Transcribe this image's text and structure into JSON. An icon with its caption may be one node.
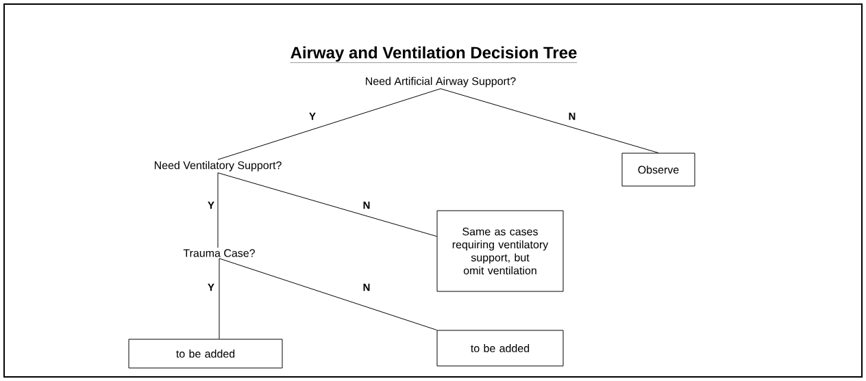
{
  "diagram": {
    "title": "Airway and Ventilation Decision Tree",
    "nodes": [
      {
        "text": [
          "Need Artificial Airway Support?"
        ]
      },
      {
        "text": [
          "Need Ventilatory Support?"
        ]
      },
      {
        "text": [
          "Observe"
        ]
      },
      {
        "text": [
          "Trauma Case?"
        ]
      },
      {
        "text": [
          "Same as cases requiring ventilatory support, but omit ventilation"
        ]
      },
      {
        "text": [
          "to be added"
        ]
      },
      {
        "text": [
          "to be added"
        ]
      }
    ],
    "edges": [
      {
        "from": 0,
        "to": 1,
        "arrow": "none",
        "label": "Y"
      },
      {
        "from": 0,
        "to": 2,
        "arrow": "none",
        "label": "N"
      },
      {
        "from": 1,
        "to": 3,
        "arrow": "none",
        "label": "Y"
      },
      {
        "from": 1,
        "to": 4,
        "arrow": "none",
        "label": "N"
      },
      {
        "from": 3,
        "to": 5,
        "arrow": "none",
        "label": "Y"
      },
      {
        "from": 3,
        "to": 6,
        "arrow": "none",
        "label": "N"
      }
    ]
  }
}
